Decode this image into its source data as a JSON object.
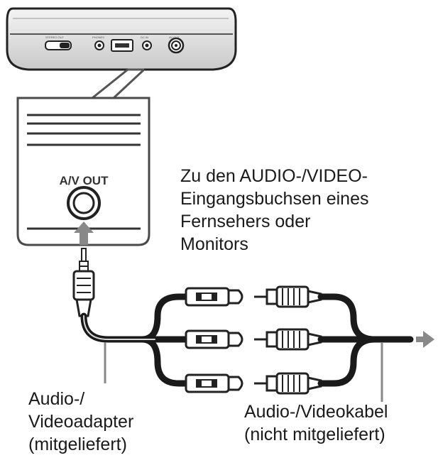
{
  "player": {
    "panel_label": "A/V OUT",
    "small_labels": [
      "STEREO OUT",
      "PHONES",
      "DC IN",
      "AV OUT"
    ]
  },
  "labels": {
    "destination": [
      "Zu den AUDIO-/VIDEO-",
      "Eingangsbuchsen eines",
      "Fernsehers oder",
      "Monitors"
    ],
    "adapter": [
      "Audio-/",
      "Videoadapter",
      "(mitgeliefert)"
    ],
    "cable": [
      "Audio-/Videokabel",
      "(nicht mitgeliefert)"
    ]
  },
  "plugs": {
    "rca_count": 3
  }
}
